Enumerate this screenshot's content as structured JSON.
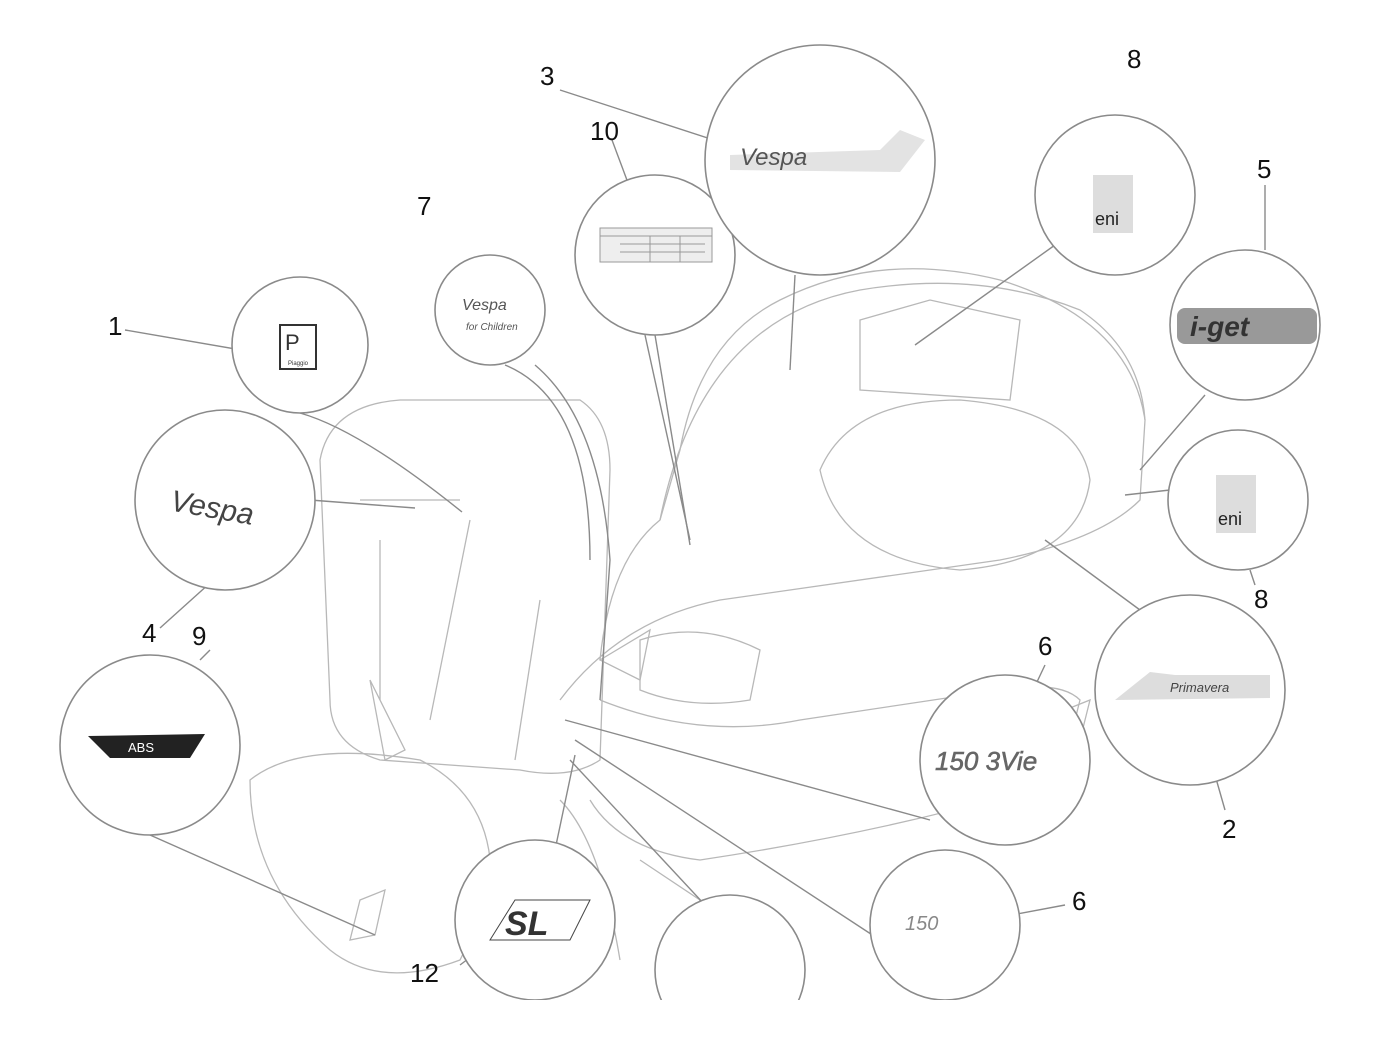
{
  "diagram": {
    "callouts": [
      "1",
      "2",
      "3",
      "4",
      "5",
      "6",
      "6",
      "7",
      "8",
      "8",
      "9",
      "10",
      "12"
    ],
    "decals": {
      "piaggio_badge": "Piaggio",
      "vespa_script": "Vespa",
      "vespa_for_children": "Vespa for Children",
      "abs": "ABS",
      "iget": "i-get",
      "eni": "eni",
      "primavera": "Primavera",
      "model_3vie": "150 3Vie",
      "model_150": "150",
      "sl": "SL"
    },
    "colors": {
      "line": "#8a8a8a",
      "outline": "#b8b8b8",
      "text": "#111111"
    }
  }
}
